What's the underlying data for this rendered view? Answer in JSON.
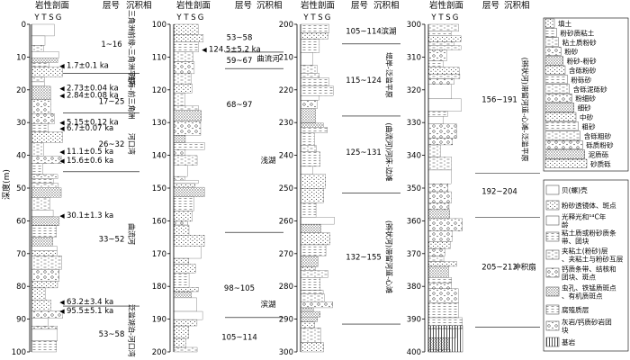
{
  "y_axis_label": "深度(m)",
  "headers": {
    "lithology": "岩性剖面",
    "layer": "层号",
    "facies": "沉积相",
    "grain": [
      "Y",
      "T",
      "S",
      "G"
    ]
  },
  "columns": [
    {
      "depth_min": 0,
      "depth_max": 100,
      "ticks": [
        0,
        10,
        20,
        30,
        40,
        50,
        60,
        70,
        80,
        90,
        100
      ],
      "dates": [
        {
          "depth": 12.5,
          "text": "1.7±0.1 ka"
        },
        {
          "depth": 19.3,
          "text": "2.73±0.04 ka"
        },
        {
          "depth": 21.6,
          "text": "2.84±0.08 ka"
        },
        {
          "depth": 29.8,
          "text": "5.15±0.12 ka"
        },
        {
          "depth": 31.6,
          "text": "6.7±0.07 ka"
        },
        {
          "depth": 38.8,
          "text": "11.1±0.5 ka"
        },
        {
          "depth": 41.5,
          "text": "15.6±0.6 ka"
        },
        {
          "depth": 58.2,
          "text": "30.1±1.3 ka"
        },
        {
          "depth": 84.6,
          "text": "63.2±3.4 ka"
        },
        {
          "depth": 87.3,
          "text": "95.5±5.1 ka"
        }
      ],
      "layers": [
        {
          "depth": 6,
          "text": "1~16"
        },
        {
          "depth": 23.5,
          "text": "17~25"
        },
        {
          "depth": 36.5,
          "text": "26~32"
        },
        {
          "depth": 65.5,
          "text": "33~52"
        },
        {
          "depth": 94.5,
          "text": "53~58"
        }
      ],
      "facies": [
        {
          "depth": 7,
          "text": "三角洲前缘-三角洲平原",
          "v": true
        },
        {
          "depth": 22,
          "text": "浅海-前三角洲",
          "v": true
        },
        {
          "depth": 36.5,
          "text": "河口湾",
          "v": true
        },
        {
          "depth": 64,
          "text": "曲流河",
          "v": true
        },
        {
          "depth": 93.5,
          "text": "泛滥湖泊-河口湾",
          "v": true
        }
      ],
      "boundaries": [
        15,
        27,
        45,
        86
      ]
    },
    {
      "depth_min": 100,
      "depth_max": 200,
      "ticks": [
        100,
        110,
        120,
        130,
        140,
        150,
        160,
        170,
        180,
        190,
        200
      ],
      "dates": [
        {
          "depth": 107.5,
          "text": "124.5±5.2 ka"
        }
      ],
      "layers": [
        {
          "depth": 104,
          "text": "53~58"
        },
        {
          "depth": 111,
          "text": "59~67"
        },
        {
          "depth": 124.5,
          "text": "68~97"
        },
        {
          "depth": 180.5,
          "text": "98~105"
        },
        {
          "depth": 195.5,
          "text": "105~114"
        }
      ],
      "facies": [
        {
          "depth": 110.5,
          "text": "曲流河",
          "v": false
        },
        {
          "depth": 141.5,
          "text": "浅湖",
          "v": false
        },
        {
          "depth": 185.5,
          "text": "滨湖",
          "v": false
        }
      ],
      "boundaries": [
        108.5,
        113.5,
        163.5,
        189.5
      ]
    },
    {
      "depth_min": 200,
      "depth_max": 300,
      "ticks": [
        200,
        210,
        220,
        230,
        240,
        250,
        260,
        270,
        280,
        290,
        300
      ],
      "dates": [],
      "layers": [
        {
          "depth": 202,
          "text": "105~114"
        },
        {
          "depth": 217,
          "text": "115~124"
        },
        {
          "depth": 239,
          "text": "125~131"
        },
        {
          "depth": 271,
          "text": "132~155"
        }
      ],
      "facies": [
        {
          "depth": 202,
          "text": "滨湖",
          "v": false
        },
        {
          "depth": 215.5,
          "text": "堤岸-泛滥平原",
          "v": true
        },
        {
          "depth": 239,
          "text": "(曲流河)河床-边滩",
          "v": true
        },
        {
          "depth": 271,
          "text": "(辫状河)滞留河道-心滩",
          "v": true
        }
      ],
      "boundaries": [
        206,
        228,
        251.5,
        291.5
      ]
    },
    {
      "depth_min": 300,
      "depth_max": 400,
      "ticks": [
        300,
        310,
        320,
        330,
        340,
        350,
        360,
        370,
        380,
        390,
        400
      ],
      "dates": [],
      "layers": [
        {
          "depth": 323,
          "text": "156~191"
        },
        {
          "depth": 351,
          "text": "192~204"
        },
        {
          "depth": 374,
          "text": "205~213"
        }
      ],
      "facies": [
        {
          "depth": 326,
          "text": "(辫状河)滞留河道-心滩-泛滥平原",
          "v": true
        },
        {
          "depth": 374,
          "text": "冲积扇",
          "v": false
        }
      ],
      "boundaries": [
        345.5,
        359,
        392.5
      ]
    }
  ],
  "legend_top": [
    "填土",
    "粉砂质粘土",
    "粘土质粉砂",
    "粉砂",
    "粉砂-粉砂",
    "含砾粉砂",
    "粉砾砂",
    "含砾泥砾砂",
    "粉细砂",
    "细砂",
    "中砂",
    "粗砂",
    "含砾粗砂",
    "砾质粉砂",
    "泥质砾",
    "砂质砾"
  ],
  "legend_bottom": [
    "贝(螺)壳",
    "粉砂透镜体、斑点",
    "光释光和¹⁴C年龄",
    "粘土质或粉砂质条带、团块",
    "夹粘土(粉砂)层、夹粘土与粉砂互层",
    "钙质条带、结核和团块、斑点",
    "虫孔、铁锰质斑点、有机质斑点",
    "腐殖质层",
    "灰岩/钙质砂岩团块",
    "基岩"
  ]
}
